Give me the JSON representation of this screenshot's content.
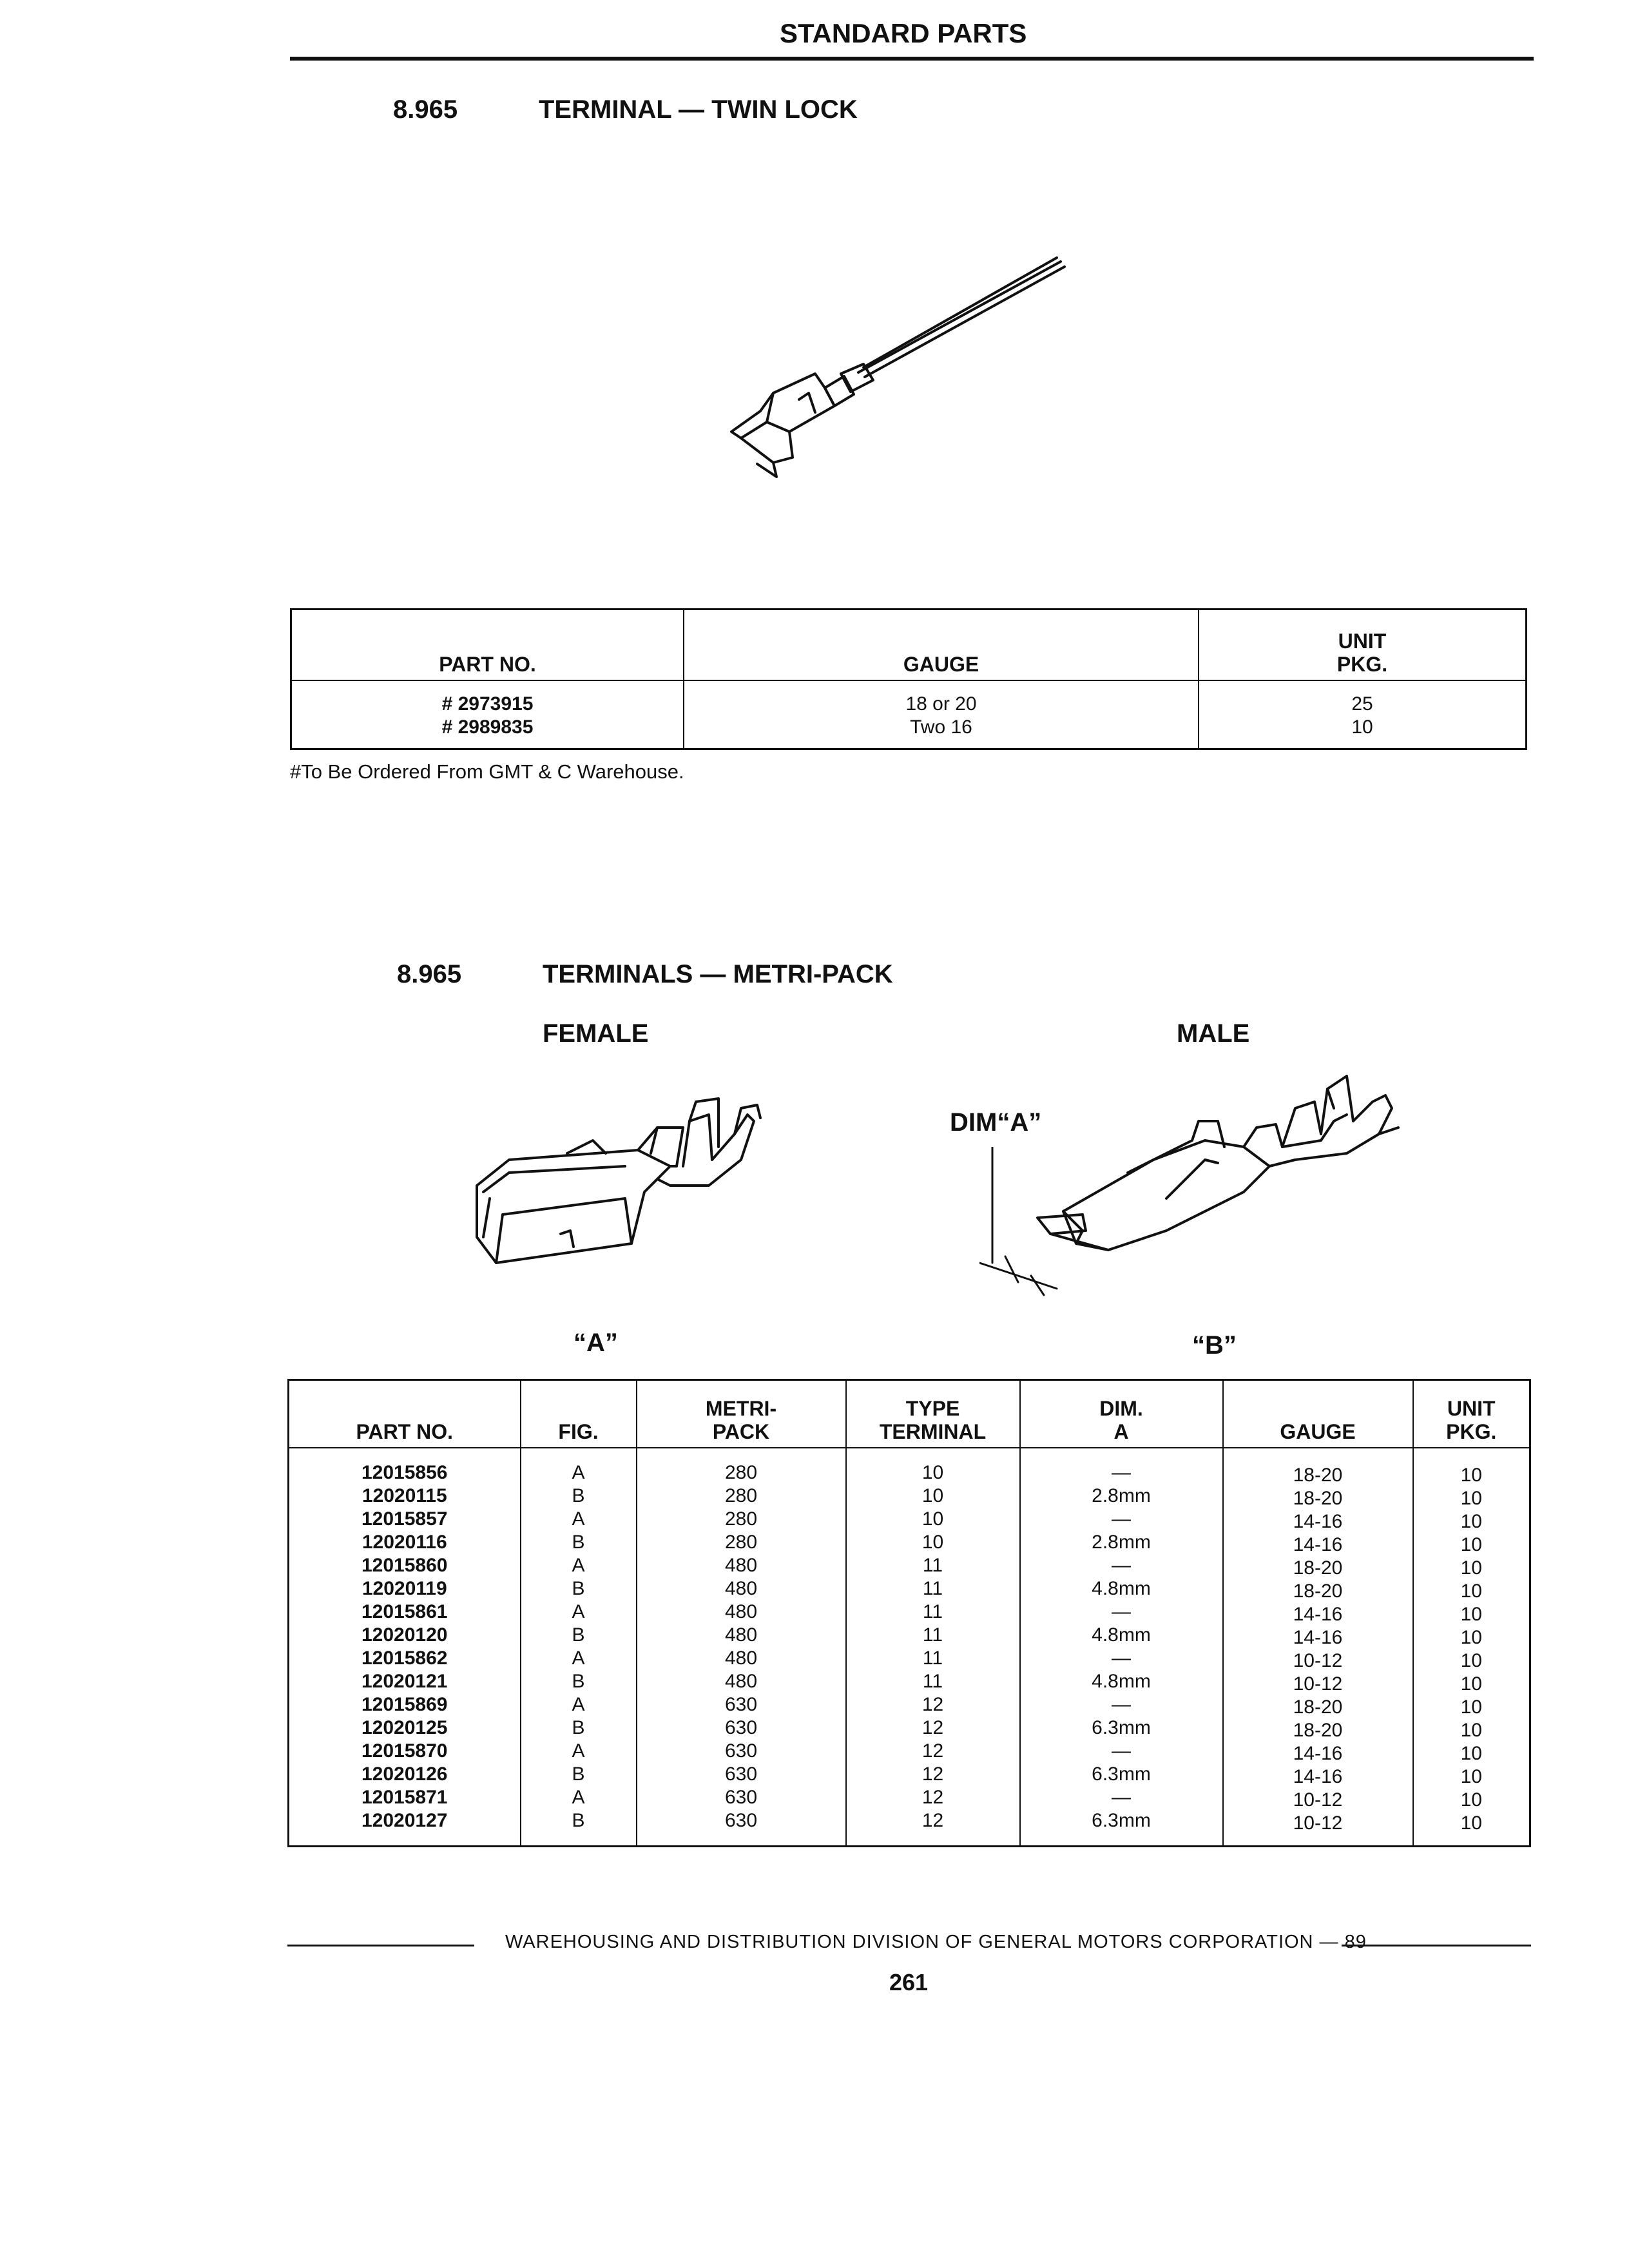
{
  "header": {
    "title": "STANDARD PARTS"
  },
  "section1": {
    "number": "8.965",
    "title": "TERMINAL — TWIN LOCK",
    "table": {
      "headers": {
        "part_no": "PART NO.",
        "gauge": "GAUGE",
        "unit_line1": "UNIT",
        "unit_line2": "PKG."
      },
      "rows": [
        {
          "part_no": "# 2973915",
          "gauge": "18 or 20",
          "unit_pkg": "25"
        },
        {
          "part_no": "# 2989835",
          "gauge": "Two 16",
          "unit_pkg": "10"
        }
      ]
    },
    "footnote": "#To Be Ordered From GMT & C Warehouse."
  },
  "section2": {
    "number": "8.965",
    "title": "TERMINALS — METRI-PACK",
    "female_label": "FEMALE",
    "male_label": "MALE",
    "dim_label": "DIM“A”",
    "fig_a_caption": "“A”",
    "fig_b_caption": "“B”",
    "table": {
      "headers": {
        "part_no": "PART NO.",
        "fig": "FIG.",
        "metri_line1": "METRI-",
        "metri_line2": "PACK",
        "type_line1": "TYPE",
        "type_line2": "TERMINAL",
        "dim_line1": "DIM.",
        "dim_line2": "A",
        "gauge": "GAUGE",
        "unit_line1": "UNIT",
        "unit_line2": "PKG."
      },
      "columns": {
        "part_no": [
          "12015856",
          "12020115",
          "12015857",
          "12020116",
          "12015860",
          "12020119",
          "12015861",
          "12020120",
          "12015862",
          "12020121",
          "12015869",
          "12020125",
          "12015870",
          "12020126",
          "12015871",
          "12020127"
        ],
        "fig": [
          "A",
          "B",
          "A",
          "B",
          "A",
          "B",
          "A",
          "B",
          "A",
          "B",
          "A",
          "B",
          "A",
          "B",
          "A",
          "B"
        ],
        "metri_pack": [
          "280",
          "280",
          "280",
          "280",
          "480",
          "480",
          "480",
          "480",
          "480",
          "480",
          "630",
          "630",
          "630",
          "630",
          "630",
          "630"
        ],
        "type_terminal": [
          "10",
          "10",
          "10",
          "10",
          "11",
          "11",
          "11",
          "11",
          "11",
          "11",
          "12",
          "12",
          "12",
          "12",
          "12",
          "12"
        ],
        "dim_a": [
          "—",
          "2.8mm",
          "—",
          "2.8mm",
          "—",
          "4.8mm",
          "—",
          "4.8mm",
          "—",
          "4.8mm",
          "—",
          "6.3mm",
          "—",
          "6.3mm",
          "—",
          "6.3mm"
        ],
        "gauge": [
          "18-20",
          "18-20",
          "14-16",
          "14-16",
          "18-20",
          "18-20",
          "14-16",
          "14-16",
          "10-12",
          "10-12",
          "18-20",
          "18-20",
          "14-16",
          "14-16",
          "10-12",
          "10-12"
        ],
        "unit_pkg": [
          "10",
          "10",
          "10",
          "10",
          "10",
          "10",
          "10",
          "10",
          "10",
          "10",
          "10",
          "10",
          "10",
          "10",
          "10",
          "10"
        ]
      }
    }
  },
  "footer": {
    "text": "WAREHOUSING AND DISTRIBUTION DIVISION OF GENERAL MOTORS CORPORATION — 89",
    "page_number": "261"
  }
}
